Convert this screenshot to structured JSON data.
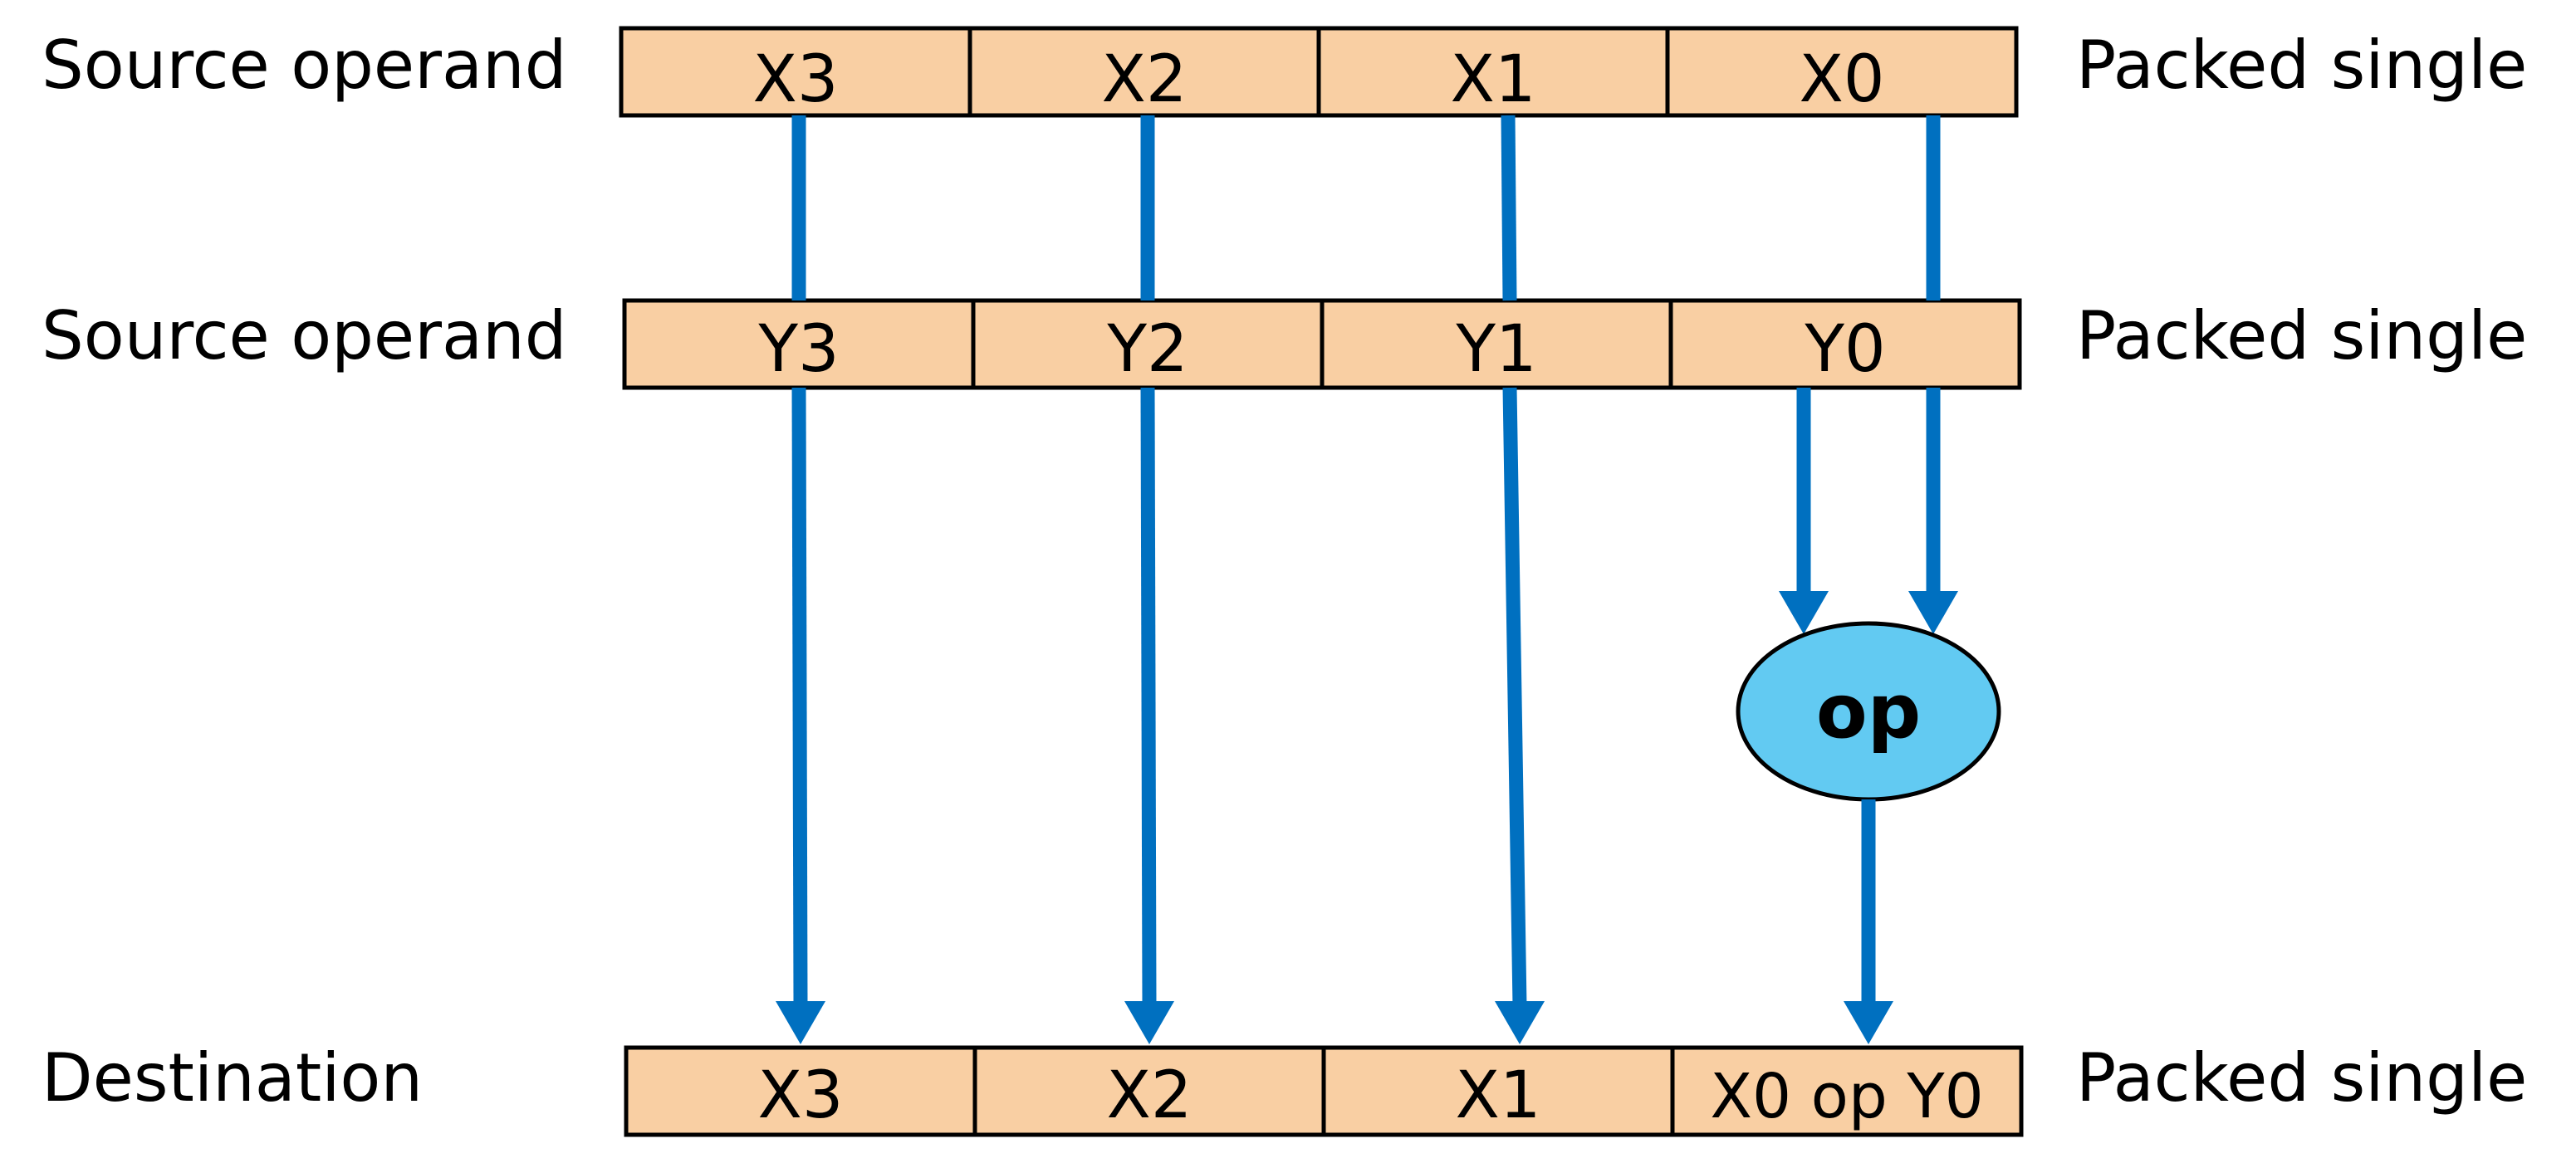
{
  "rows": {
    "source_x": {
      "label": "Source operand",
      "cells": [
        "X3",
        "X2",
        "X1",
        "X0"
      ],
      "type_label": "Packed single"
    },
    "source_y": {
      "label": "Source operand",
      "cells": [
        "Y3",
        "Y2",
        "Y1",
        "Y0"
      ],
      "type_label": "Packed single"
    },
    "destination": {
      "label": "Destination",
      "cells": [
        "X3",
        "X2",
        "X1",
        "X0 op Y0"
      ],
      "type_label": "Packed single"
    }
  },
  "operation": {
    "label": "op"
  },
  "colors": {
    "cell_fill": "#f9cfa3",
    "arrow": "#0070c0",
    "op_fill": "#62caf2"
  }
}
